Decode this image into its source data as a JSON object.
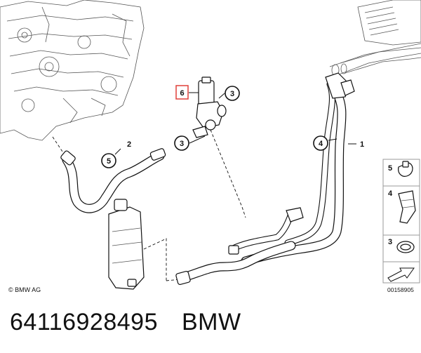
{
  "diagram": {
    "copyright": "© BMW AG",
    "figure_number": "00158905",
    "callouts": [
      "1",
      "2",
      "3",
      "3",
      "4",
      "5",
      "6"
    ],
    "legend": [
      "5",
      "4",
      "3"
    ]
  },
  "footer": {
    "part_number": "64116928495",
    "brand": "BMW"
  },
  "colors": {
    "highlight_box": "#e0403a",
    "line": "#111111"
  }
}
